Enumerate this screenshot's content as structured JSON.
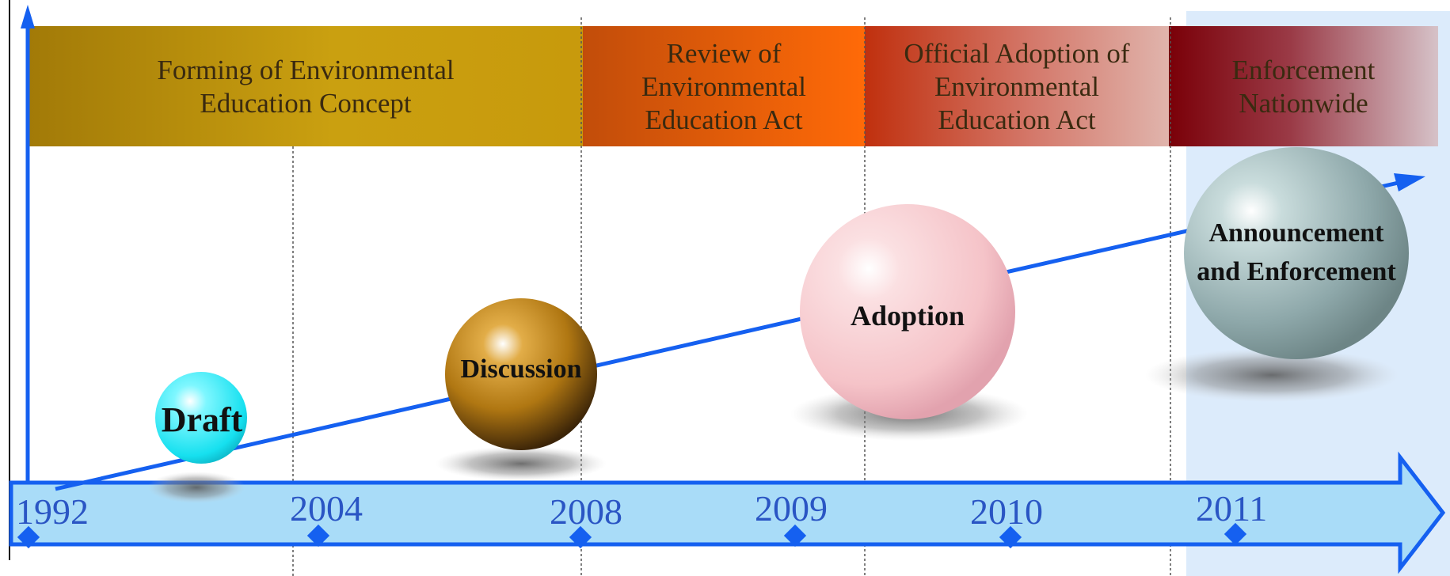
{
  "phases": [
    {
      "label": "Forming of Environmental\nEducation Concept"
    },
    {
      "label": "Review of\nEnvironmental\nEducation Act"
    },
    {
      "label": "Official Adoption of\nEnvironmental\nEducation Act"
    },
    {
      "label": "Enforcement\nNationwide"
    }
  ],
  "years": [
    "1992",
    "2004",
    "2008",
    "2009",
    "2010",
    "2011"
  ],
  "stages": [
    {
      "label": "Draft",
      "color": "#22e6f0"
    },
    {
      "label": "Discussion",
      "color": "#b87a10"
    },
    {
      "label": "Adoption",
      "color": "#f5c7cc"
    },
    {
      "label": "Announcement\nand Enforcement",
      "color": "#8fa9ac"
    }
  ],
  "colors": {
    "timeline_blue": "#1560f0",
    "arrow_fill": "#a9dcf8",
    "year_text": "#2a55c4",
    "highlight_column": "#dcebfb"
  }
}
